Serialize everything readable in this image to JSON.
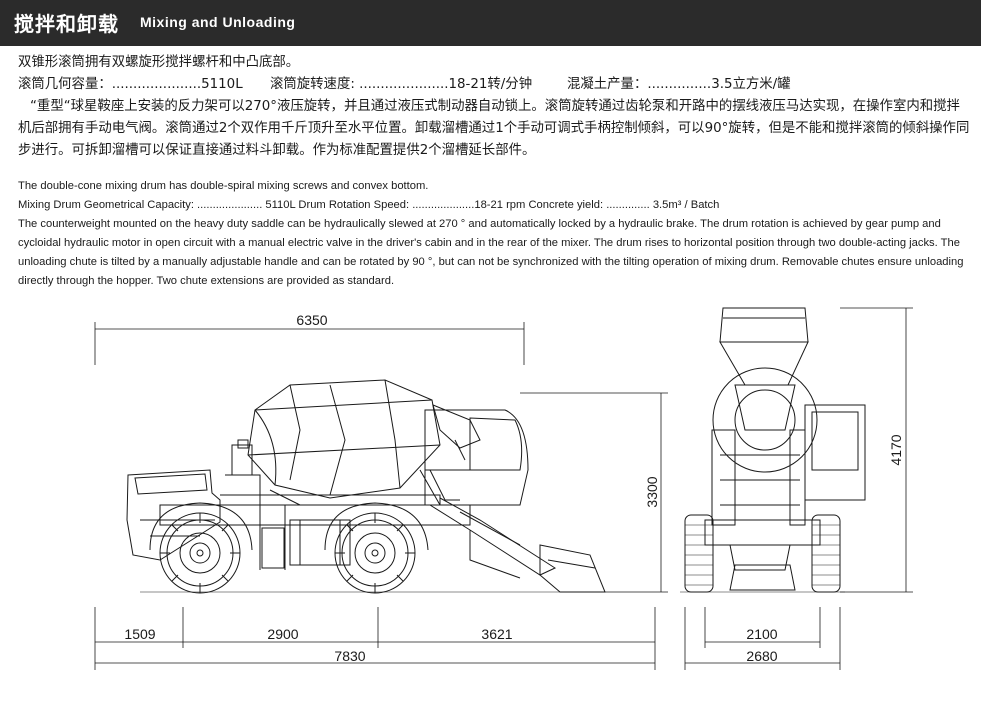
{
  "header": {
    "title_zh": "搅拌和卸载",
    "title_en": "Mixing and Unloading"
  },
  "zh": {
    "line1": "双锥形滚筒拥有双螺旋形搅拌螺杆和中凸底部。",
    "spec1": "滚筒几何容量：.....................5110L",
    "spec2": "滚筒旋转速度: .....................18-21转/分钟",
    "spec3": "混凝土产量：...............3.5立方米/罐",
    "para": "“重型“球星鞍座上安装的反力架可以270°液压旋转，并且通过液压式制动器自动锁上。滚筒旋转通过齿轮泵和开路中的摆线液压马达实现，在操作室内和搅拌机后部拥有手动电气阀。滚筒通过2个双作用千斤顶升至水平位置。卸载溜槽通过1个手动可调式手柄控制倾斜，可以90°旋转，但是不能和搅拌滚筒的倾斜操作同步进行。可拆卸溜槽可以保证直接通过料斗卸载。作为标准配置提供2个溜槽延长部件。"
  },
  "en": {
    "line1": "The double-cone mixing drum has double-spiral mixing  screws and convex bottom.",
    "specs": "Mixing Drum Geometrical Capacity: ..................... 5110L Drum Rotation Speed: ....................18-21 rpm Concrete yield: .............. 3.5m³ / Batch",
    "para": "The counterweight mounted on the heavy duty saddle can be hydraulically slewed at 270 ° and automatically locked by a hydraulic brake. The drum rotation is achieved by gear pump and cycloidal hydraulic motor in open circuit with a manual electric valve in the driver's cabin and in the rear of the mixer. The drum rises to horizontal position through two double-acting jacks. The unloading chute is tilted by a manually adjustable handle and can be rotated by 90 °, but can not be synchronized with the tilting operation of mixing drum. Removable chutes ensure unloading directly through the hopper. Two chute extensions are provided as standard."
  },
  "dims": {
    "overall_top": "6350",
    "height_side": "3300",
    "height_front": "4170",
    "rear": "1509",
    "wheelbase": "2900",
    "front": "3621",
    "total_length": "7830",
    "track": "2100",
    "width": "2680"
  }
}
